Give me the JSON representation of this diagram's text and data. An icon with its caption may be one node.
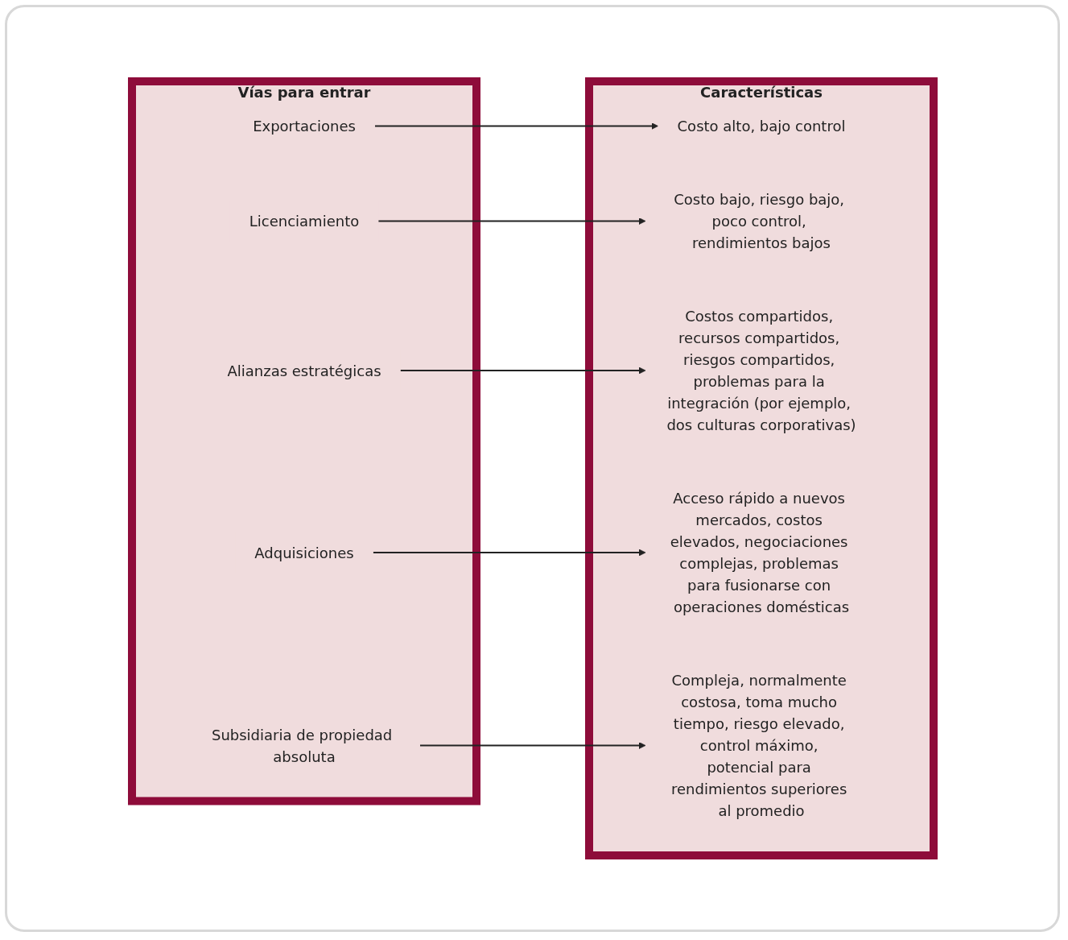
{
  "diagram": {
    "nodes": [
      {
        "text": [
          "Vías para entrar"
        ]
      },
      {
        "text": [
          "Exportaciones"
        ],
        "in": 0
      },
      {
        "text": [
          "Licenciamiento"
        ],
        "in": 0
      },
      {
        "text": [
          "Alianzas estratégicas"
        ],
        "in": 0
      },
      {
        "text": [
          "Adquisiciones"
        ],
        "in": 0
      },
      {
        "text": [
          "Subsidiaria de propiedad absoluta"
        ],
        "in": 0
      },
      {
        "text": [
          "Características"
        ]
      },
      {
        "text": [
          "Costo alto, bajo control"
        ],
        "in": 6
      },
      {
        "text": [
          "Costo bajo, riesgo bajo, poco control, rendimientos bajos"
        ],
        "in": 6
      },
      {
        "text": [
          "Costos compartidos, recursos compartidos, riesgos compartidos, problemas para la integración (por ejemplo, dos culturas corporativas)"
        ],
        "in": 6
      },
      {
        "text": [
          "Acceso rápido a nuevos mercados, costos elevados, negociaciones complejas, problemas para fusionarse con operaciones domésticas"
        ],
        "in": 6
      },
      {
        "text": [
          "Compleja, normalmente costosa, toma mucho tiempo, riesgo elevado, control máximo, potencial para rendimientos superiores al promedio"
        ],
        "in": 6
      }
    ],
    "edges": [
      {
        "from": 1,
        "to": 7,
        "arrow": "to"
      },
      {
        "from": 2,
        "to": 8,
        "arrow": "to"
      },
      {
        "from": 3,
        "to": 9,
        "arrow": "to"
      },
      {
        "from": 4,
        "to": 10,
        "arrow": "to"
      },
      {
        "from": 5,
        "to": 11,
        "arrow": "to"
      }
    ]
  }
}
